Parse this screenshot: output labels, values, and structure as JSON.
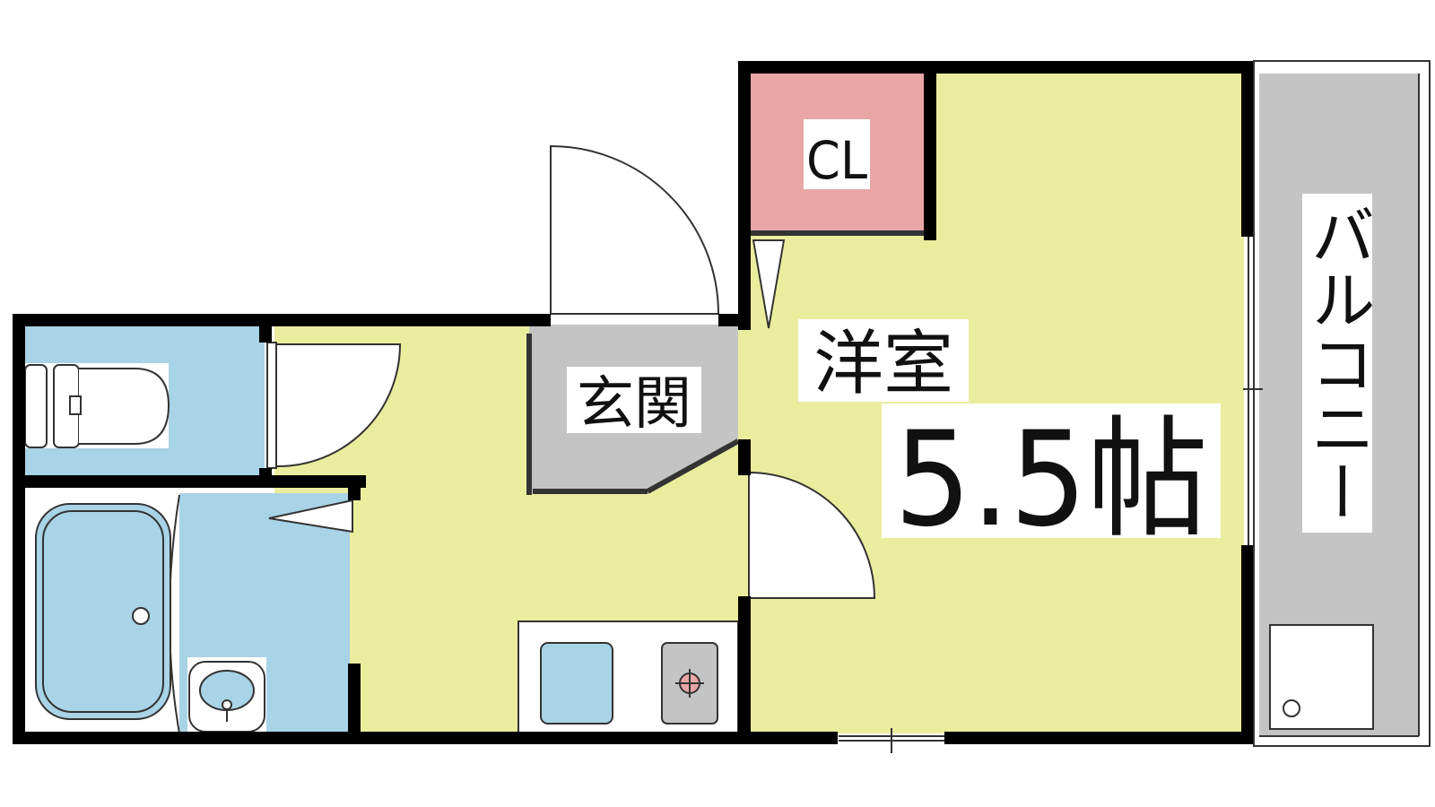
{
  "rooms": {
    "closet": {
      "label": "CL"
    },
    "western_room": {
      "label": "洋室",
      "size": "5.5帖"
    },
    "entrance": {
      "label": "玄関"
    },
    "balcony": {
      "label": "バルコニー"
    }
  },
  "colors": {
    "room_yellow": "#ebed9e",
    "wet_blue": "#a9d3e6",
    "gray": "#c4c4c4",
    "closet_pink": "#e9a6a6",
    "wall": "#000000"
  }
}
